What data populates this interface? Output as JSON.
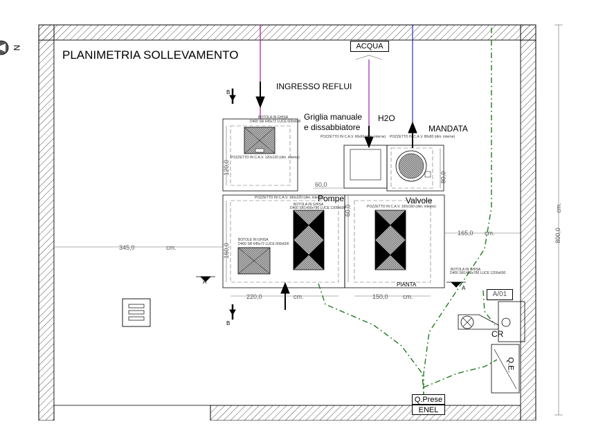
{
  "title": "PLANIMETRIA SOLLEVAMENTO",
  "north": "N",
  "labels": {
    "ingresso": "INGRESSO REFLUI",
    "griglia_1": "Griglia manuale",
    "griglia_2": "e dissabbiatore",
    "h2o": "H2O",
    "mandata": "MANDATA",
    "acqua": "ACQUA",
    "pompe": "Pompe",
    "valvole": "Valvole",
    "pianta": "PIANTA",
    "cr": "CR",
    "qe": "Q.E.",
    "qprese": "Q.Prese",
    "enel": "ENEL",
    "a01": "A/01",
    "section_a": "A",
    "section_b": "B"
  },
  "dimensions": {
    "d345": "345,0",
    "d120": "120,0",
    "d60h": "60,0",
    "d80": "80,0",
    "d160": "160,0",
    "d60v": "60,0",
    "d220": "220,0",
    "d150": "150,0",
    "d165": "165,0",
    "d800": "800,0",
    "unit": "cm."
  },
  "notes": {
    "pozzetto_120": "POZZETTO IN C.A.V. 120x120 (dim. interne)",
    "botola_1": "BOTOLA IN GHISA",
    "botola_1b": "D400 SR 645x72 LUCE 600x600",
    "pozzetto_60": "POZZETTO IN C.A.V. 60x60 (dim. interne)",
    "pozzetto_80": "POZZETTO IN C.A.V. 80x80 (dim. interne)",
    "pozzetto_160x220": "POZZETTO IN C.A.V. 160x220 (dim. interne)",
    "botola_2": "BOTOLA IN GHISA",
    "botola_2b": "D400 SR1400x780 LUCE 1200x600",
    "botola_3": "BOTOLE IN GHISA",
    "botola_3b": "D400 SR 645x72 LUCE 600x600",
    "pozzetto_150": "POZZETTO IN C.A.V. 150x160 (dim. interne)",
    "botola_4": "BOTOLA IN GHISA",
    "botola_4b": "D400 SR1400x780 LUCE 1200x600"
  },
  "colors": {
    "line": "#000000",
    "pipe_in": "#b0108a",
    "pipe_h2o": "#9b1fb0",
    "pipe_out": "#2233bb",
    "cable": "#1e7a1e",
    "dim": "#666666"
  }
}
